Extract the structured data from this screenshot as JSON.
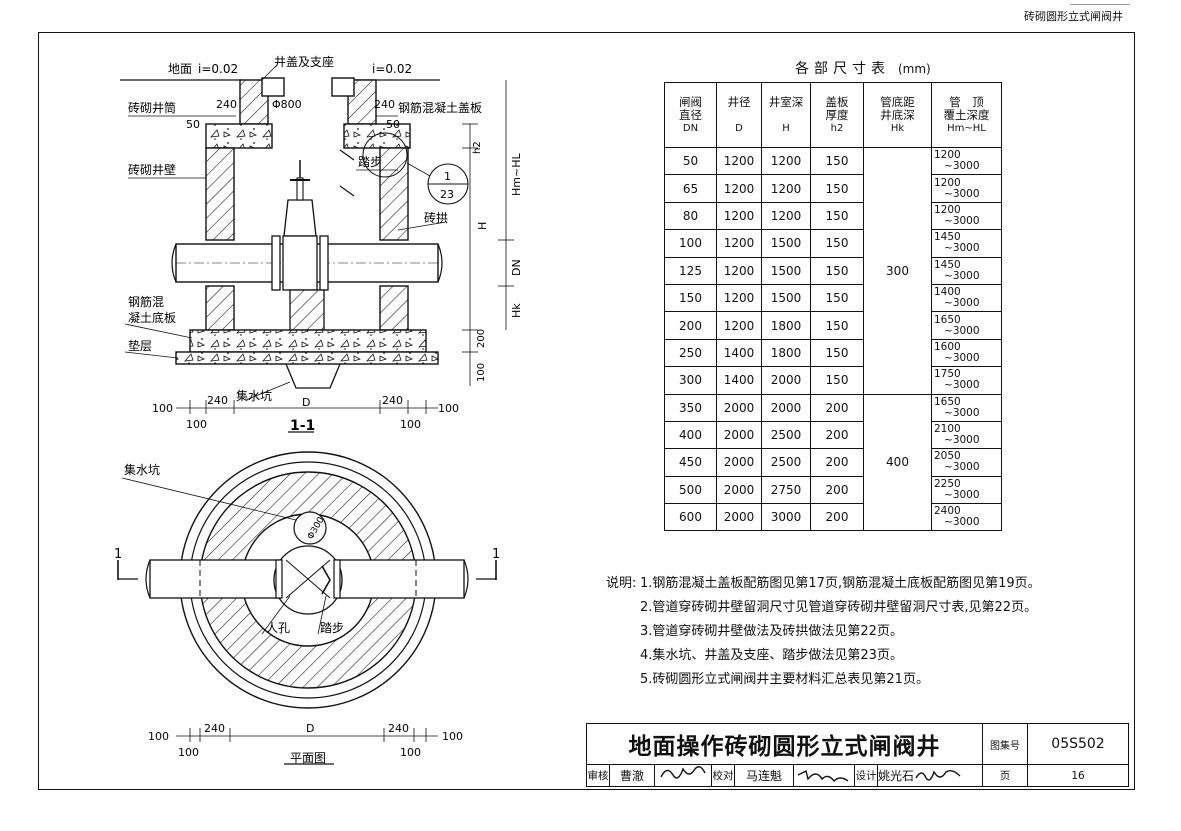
{
  "header": {
    "sheet_name": "砖砌圆形立式闸阀井"
  },
  "section": {
    "title": "1-1",
    "labels": {
      "ground": "地面",
      "slope_left": "i=0.02",
      "slope_right": "i=0.02",
      "cover": "井盖及支座",
      "shaft": "砖砌井筒",
      "cover_slab": "钢筋混凝土盖板",
      "wall": "砖砌井壁",
      "step": "踏步",
      "arch": "砖拱",
      "base_slab_1": "钢筋混",
      "base_slab_2": "凝土底板",
      "cushion": "垫层",
      "sump": "集水坑",
      "detail_num": "1",
      "detail_page": "23"
    },
    "dims": {
      "d240a": "240",
      "d800": "Φ800",
      "d240b": "240",
      "d50a": "50",
      "d50b": "50",
      "h2": "h2",
      "hmhl": "Hm~HL",
      "h": "H",
      "dn": "DN",
      "hk": "Hk",
      "d200": "200",
      "d100v": "100",
      "b100a": "100",
      "b240a": "240",
      "b100b": "100",
      "b240b": "240",
      "b100c": "100",
      "b100d": "100",
      "bd": "D"
    }
  },
  "plan": {
    "title": "平面图",
    "labels": {
      "sump": "集水坑",
      "manhole": "人孔",
      "step": "踏步",
      "cut_left": "1",
      "cut_right": "1",
      "d300": "Φ300"
    },
    "dims": {
      "p100a": "100",
      "p240a": "240",
      "p100b": "100",
      "pd": "D",
      "p240b": "240",
      "p100c": "100",
      "p100d": "100"
    }
  },
  "table": {
    "title": "各部尺寸表",
    "unit": "(mm)",
    "headers": [
      {
        "l1": "闸阀",
        "l2": "直径",
        "sub": "DN"
      },
      {
        "l1": "井径",
        "l2": "",
        "sub": "D"
      },
      {
        "l1": "井室深",
        "l2": "",
        "sub": "H"
      },
      {
        "l1": "盖板",
        "l2": "厚度",
        "sub": "h2"
      },
      {
        "l1": "管底距",
        "l2": "井底深",
        "sub": "Hk"
      },
      {
        "l1": "管　顶",
        "l2": "覆土深度",
        "sub": "Hm~HL"
      }
    ],
    "tilde": "~",
    "rows": [
      {
        "dn": "50",
        "d": "1200",
        "h": "1200",
        "h2": "150",
        "cov_a": "1200",
        "cov_b": "3000"
      },
      {
        "dn": "65",
        "d": "1200",
        "h": "1200",
        "h2": "150",
        "cov_a": "1200",
        "cov_b": "3000"
      },
      {
        "dn": "80",
        "d": "1200",
        "h": "1200",
        "h2": "150",
        "cov_a": "1200",
        "cov_b": "3000"
      },
      {
        "dn": "100",
        "d": "1200",
        "h": "1500",
        "h2": "150",
        "cov_a": "1450",
        "cov_b": "3000"
      },
      {
        "dn": "125",
        "d": "1200",
        "h": "1500",
        "h2": "150",
        "cov_a": "1450",
        "cov_b": "3000"
      },
      {
        "dn": "150",
        "d": "1200",
        "h": "1500",
        "h2": "150",
        "cov_a": "1400",
        "cov_b": "3000"
      },
      {
        "dn": "200",
        "d": "1200",
        "h": "1800",
        "h2": "150",
        "cov_a": "1650",
        "cov_b": "3000"
      },
      {
        "dn": "250",
        "d": "1400",
        "h": "1800",
        "h2": "150",
        "cov_a": "1600",
        "cov_b": "3000"
      },
      {
        "dn": "300",
        "d": "1400",
        "h": "2000",
        "h2": "150",
        "cov_a": "1750",
        "cov_b": "3000"
      },
      {
        "dn": "350",
        "d": "2000",
        "h": "2000",
        "h2": "200",
        "cov_a": "1650",
        "cov_b": "3000"
      },
      {
        "dn": "400",
        "d": "2000",
        "h": "2500",
        "h2": "200",
        "cov_a": "2100",
        "cov_b": "3000"
      },
      {
        "dn": "450",
        "d": "2000",
        "h": "2500",
        "h2": "200",
        "cov_a": "2050",
        "cov_b": "3000"
      },
      {
        "dn": "500",
        "d": "2000",
        "h": "2750",
        "h2": "200",
        "cov_a": "2250",
        "cov_b": "3000"
      },
      {
        "dn": "600",
        "d": "2000",
        "h": "3000",
        "h2": "200",
        "cov_a": "2400",
        "cov_b": "3000"
      }
    ],
    "hk_groups": [
      "300",
      "400"
    ]
  },
  "notes": {
    "lead": "说明:",
    "items": [
      "1.钢筋混凝土盖板配筋图见第17页,钢筋混凝土底板配筋图见第19页。",
      "2.管道穿砖砌井壁留洞尺寸见管道穿砖砌井壁留洞尺寸表,见第22页。",
      "3.管道穿砖砌井壁做法及砖拱做法见第22页。",
      "4.集水坑、井盖及支座、踏步做法见第23页。",
      "5.砖砌圆形立式闸阀井主要材料汇总表见第21页。"
    ]
  },
  "titleblock": {
    "title": "地面操作砖砌圆形立式闸阀井",
    "atlas_label": "图集号",
    "atlas_no": "05S502",
    "page_label": "页",
    "page_no": "16",
    "review_label": "审核",
    "reviewer": "曹澈",
    "check_label": "校对",
    "checker": "马连魁",
    "design_label": "设计",
    "designer": "姚光石"
  }
}
